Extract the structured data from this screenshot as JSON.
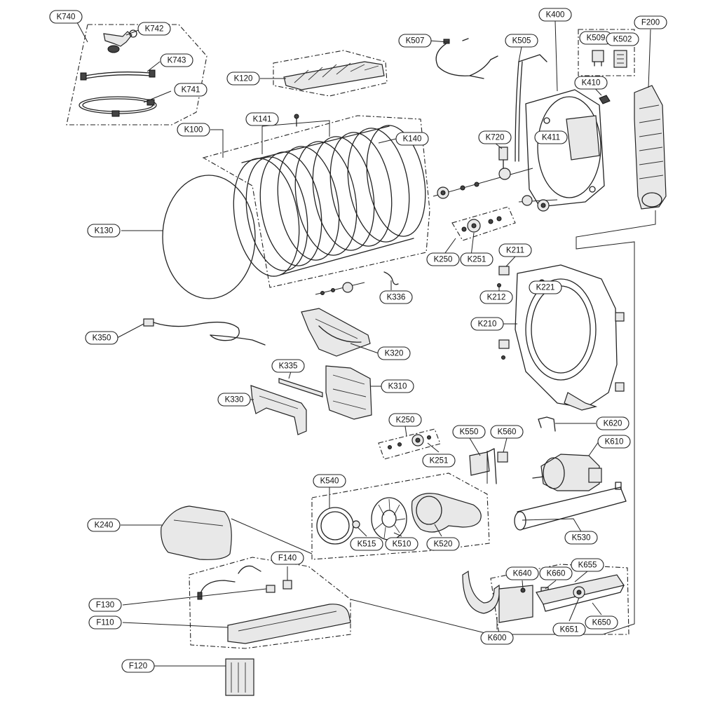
{
  "labels": {
    "K740": "K740",
    "K742": "K742",
    "K743": "K743",
    "K741": "K741",
    "K120": "K120",
    "K141": "K141",
    "K100": "K100",
    "K140": "K140",
    "K130": "K130",
    "K507": "K507",
    "K505": "K505",
    "K400": "K400",
    "K509": "K509",
    "K502": "K502",
    "K410": "K410",
    "F200": "F200",
    "K411": "K411",
    "K720": "K720",
    "K250a": "K250",
    "K251a": "K251",
    "K211": "K211",
    "K212": "K212",
    "K221": "K221",
    "K210": "K210",
    "K336": "K336",
    "K350": "K350",
    "K320": "K320",
    "K335": "K335",
    "K310": "K310",
    "K330": "K330",
    "K250b": "K250",
    "K251b": "K251",
    "K550": "K550",
    "K560": "K560",
    "K620": "K620",
    "K610": "K610",
    "K540": "K540",
    "K240": "K240",
    "K515": "K515",
    "K510": "K510",
    "K520": "K520",
    "K530": "K530",
    "F140": "F140",
    "F130": "F130",
    "F110": "F110",
    "F120": "F120",
    "K640": "K640",
    "K660": "K660",
    "K655": "K655",
    "K651": "K651",
    "K650": "K650",
    "K600": "K600"
  }
}
